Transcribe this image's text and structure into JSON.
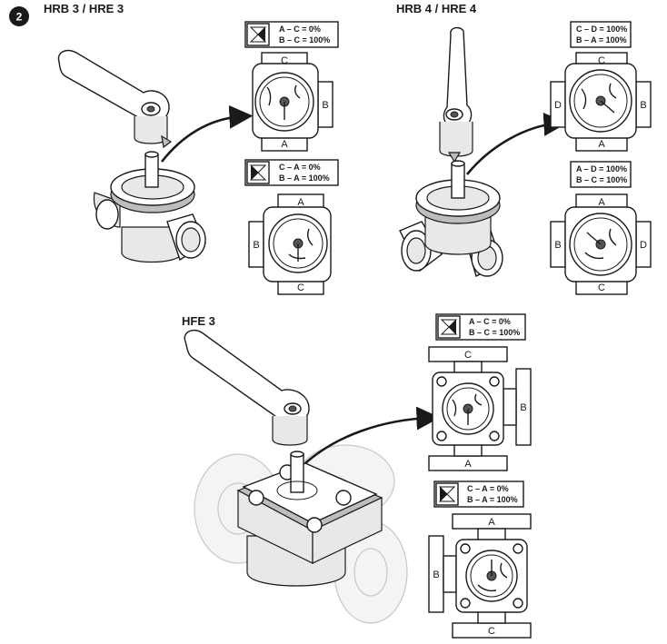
{
  "badge": "2",
  "sections": {
    "hrb3": {
      "title": "HRB 3 / HRE 3",
      "top": {
        "line1": "A – C =      0%",
        "line2": "B – C = 100%",
        "ports": [
          "C",
          "B",
          "A"
        ]
      },
      "bottom": {
        "line1": "C – A =      0%",
        "line2": "B – A = 100%",
        "ports": [
          "A",
          "B",
          "C"
        ]
      }
    },
    "hrb4": {
      "title": "HRB 4 / HRE 4",
      "top": {
        "line1": "C – D = 100%",
        "line2": "B – A = 100%",
        "ports": [
          "C",
          "D",
          "B",
          "A"
        ]
      },
      "bottom": {
        "line1": "A – D = 100%",
        "line2": "B – C = 100%",
        "ports": [
          "A",
          "B",
          "D",
          "C"
        ]
      }
    },
    "hfe3": {
      "title": "HFE 3",
      "top": {
        "line1": "A – C =      0%",
        "line2": "B – C = 100%",
        "ports": [
          "C",
          "B",
          "A"
        ]
      },
      "bottom": {
        "line1": "C – A =      0%",
        "line2": "B – A = 100%",
        "ports": [
          "A",
          "B",
          "C"
        ]
      }
    }
  }
}
